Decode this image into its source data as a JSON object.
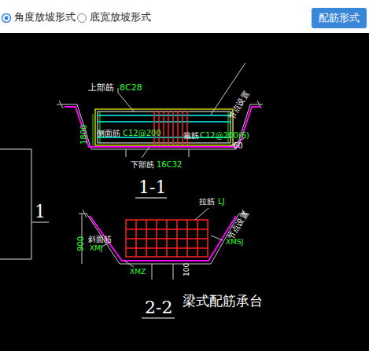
{
  "diagram": {
    "title": "梁式配筋承台",
    "nodes": [
      {
        "text": [
          "配筋形式"
        ]
      }
    ],
    "edges": [],
    "labels": [
      "角度放坡形式",
      "底宽放坡形式",
      "上部筋",
      "8C28",
      "1800",
      "侧面筋",
      "C12@200",
      "箍筋",
      "C12@200(6)",
      "60",
      "节点设置",
      "下部筋",
      "16C32",
      "1-1",
      "拉筋",
      "LJ",
      "节点设置",
      "900",
      "斜面筋",
      "XMJ",
      "XMSJ",
      "XMZ",
      "100",
      "2-2",
      "1"
    ]
  }
}
